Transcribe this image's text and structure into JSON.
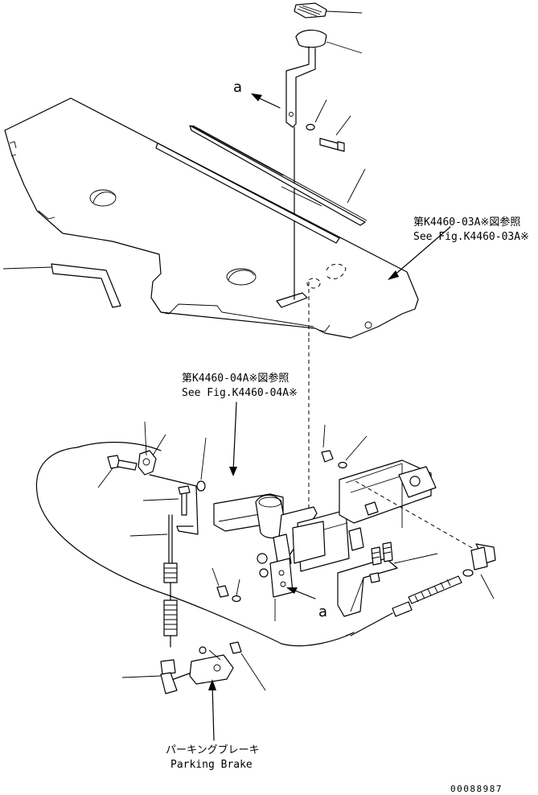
{
  "callout_letters": {
    "upper": "a",
    "lower": "a"
  },
  "references": {
    "upper": {
      "jp": "第K4460-03A※図参照",
      "en": "See Fig.K4460-03A※"
    },
    "lower": {
      "jp": "第K4460-04A※図参照",
      "en": "See Fig.K4460-04A※"
    }
  },
  "assembly_label": {
    "jp": "パーキングブレーキ",
    "en": "Parking Brake"
  },
  "drawing_number": "00088987"
}
